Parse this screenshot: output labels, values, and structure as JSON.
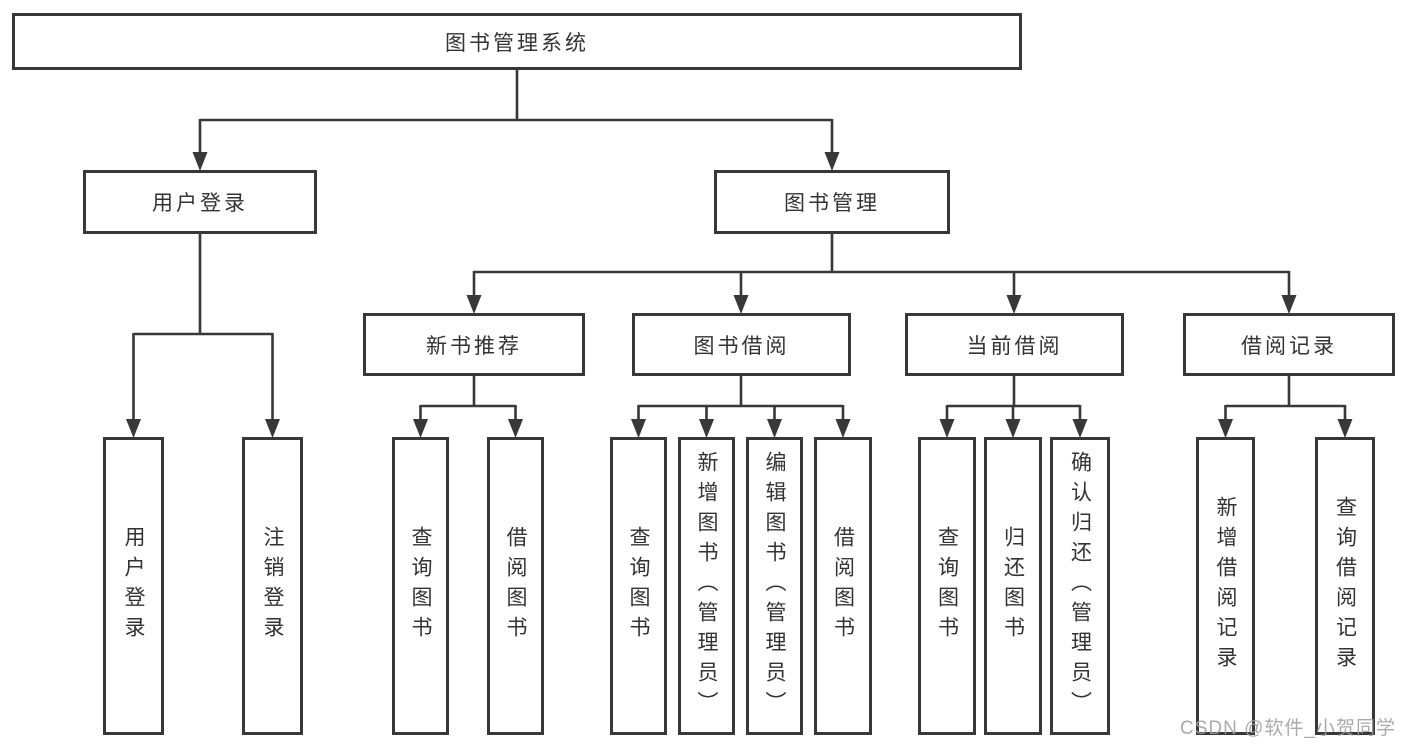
{
  "tree": {
    "root": "图书管理系统",
    "branches": [
      {
        "label": "用户登录",
        "children": [
          "用户登录",
          "注销登录"
        ]
      },
      {
        "label": "图书管理",
        "groups": [
          {
            "label": "新书推荐",
            "children": [
              "查询图书",
              "借阅图书"
            ]
          },
          {
            "label": "图书借阅",
            "children": [
              "查询图书",
              "新增图书（管理员）",
              "编辑图书（管理员）",
              "借阅图书"
            ]
          },
          {
            "label": "当前借阅",
            "children": [
              "查询图书",
              "归还图书",
              "确认归还（管理员）"
            ]
          },
          {
            "label": "借阅记录",
            "children": [
              "新增借阅记录",
              "查询借阅记录"
            ]
          }
        ]
      }
    ]
  },
  "watermark": "CSDN @软件_小贺同学",
  "colors": {
    "line": "#383838",
    "box_border": "#383838",
    "text": "#333333",
    "background": "#ffffff",
    "watermark": "#9e9e9e"
  }
}
